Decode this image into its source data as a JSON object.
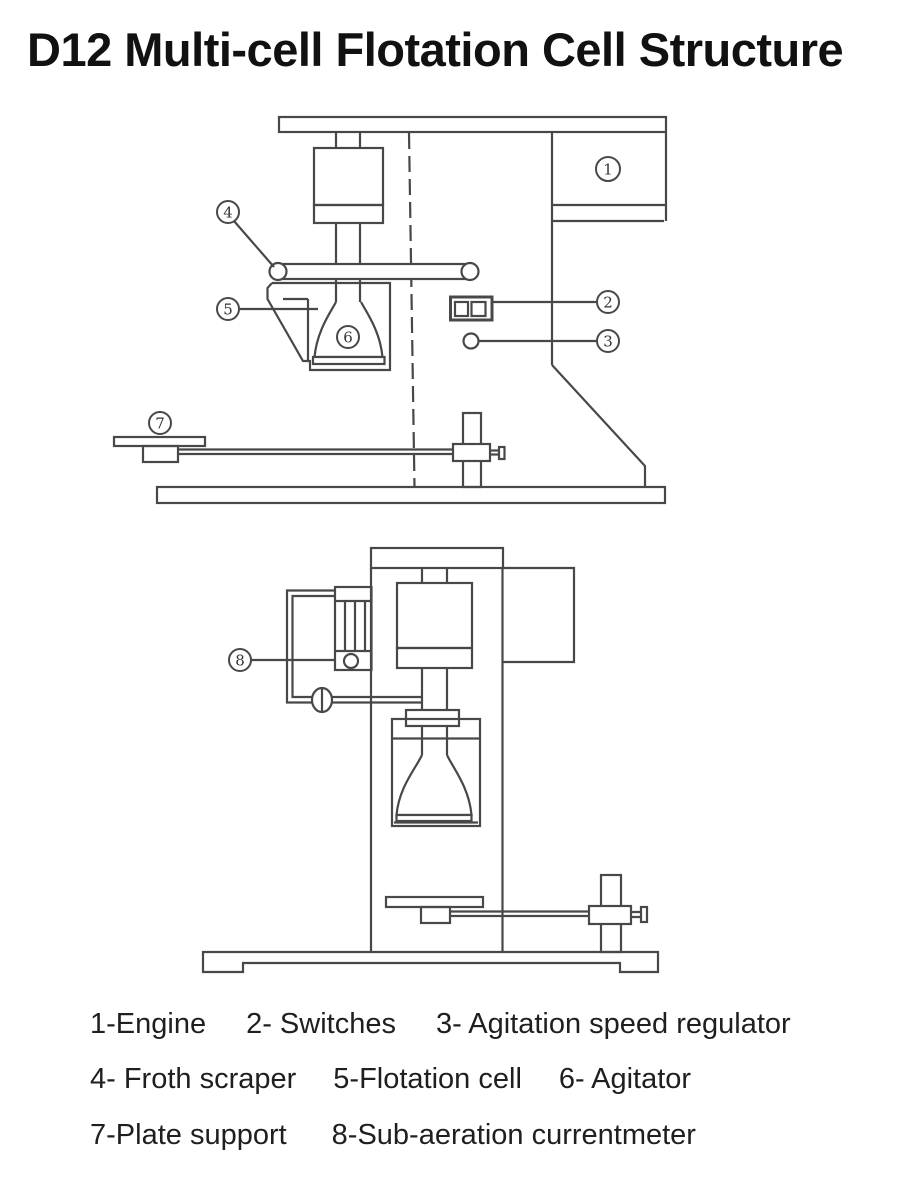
{
  "title": "D12 Multi-cell Flotation Cell Structure",
  "callouts": {
    "engine": "1",
    "switches": "2",
    "regulator": "3",
    "scraper": "4",
    "cell": "5",
    "agitator": "6",
    "plate_support": "7",
    "currentmeter": "8"
  },
  "legend": {
    "rows": [
      {
        "items": [
          "1-Engine",
          "2- Switches",
          "3- Agitation speed regulator"
        ]
      },
      {
        "items": [
          "4- Froth scraper",
          "5-Flotation cell",
          "6- Agitator"
        ]
      },
      {
        "items": [
          "7-Plate support",
          "8-Sub-aeration currentmeter"
        ]
      }
    ]
  },
  "colors": {
    "background": "#ffffff",
    "line": "#484848",
    "text": "#1f1f1f",
    "title_text": "#111111"
  }
}
